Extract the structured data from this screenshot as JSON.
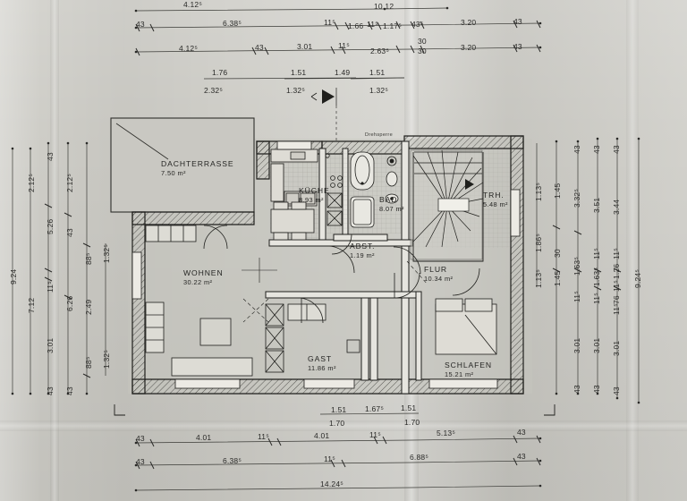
{
  "document": {
    "type": "architectural-floor-plan",
    "language": "de",
    "notes": [
      "Drehsperre"
    ]
  },
  "rooms": [
    {
      "id": "dachterrasse",
      "name": "DACHTERRASSE",
      "area": "7.50 m²"
    },
    {
      "id": "kueche",
      "name": "KÜCHE",
      "area": "8.93 m²"
    },
    {
      "id": "bad",
      "name": "BAD",
      "area": "8.07 m²"
    },
    {
      "id": "trh",
      "name": "TRH.",
      "area": "5.48 m²"
    },
    {
      "id": "abst",
      "name": "ABST.",
      "area": "1.19 m²"
    },
    {
      "id": "flur",
      "name": "FLUR",
      "area": "10.34 m²"
    },
    {
      "id": "wohnen",
      "name": "WOHNEN",
      "area": "30.22 m²"
    },
    {
      "id": "gast",
      "name": "GAST",
      "area": "11.86 m²"
    },
    {
      "id": "schlafen",
      "name": "SCHLAFEN",
      "area": "15.21 m²"
    }
  ],
  "dimensions": {
    "top": {
      "row1": [
        "4.12⁵",
        "10.12"
      ],
      "row2": [
        "43",
        "6.38⁵",
        "11⁵",
        "1.66",
        "11⁵",
        "1.17⁵",
        "43⁵",
        "3.20",
        "43"
      ],
      "row3": [
        "4.12⁵",
        "43",
        "3.01",
        "11⁵",
        "2.63⁵",
        "30",
        "30",
        "3.20",
        "43"
      ],
      "row4_upper": [
        "1.76",
        "1.51",
        "1.49",
        "1.51"
      ],
      "row4_lower": [
        "2.32⁵",
        "1.32⁵",
        "1.32⁵"
      ]
    },
    "bottom": {
      "row1_upper": [
        "1.51",
        "1.67⁵",
        "1.51"
      ],
      "row1_lower": [
        "1.70",
        "1.70"
      ],
      "row2": [
        "43",
        "4.01",
        "11⁵",
        "4.01",
        "11⁵",
        "5.13⁵",
        "43"
      ],
      "row3": [
        "43",
        "6.38⁵",
        "11⁵",
        "6.88⁵",
        "43"
      ],
      "row4": [
        "14.24⁵"
      ]
    },
    "left": {
      "chainA": [
        "9.24"
      ],
      "chainB": [
        "2.12⁵",
        "7.12"
      ],
      "chainC": [
        "43",
        "5.26",
        "11⁵",
        "3.01",
        "43"
      ],
      "chainD": [
        "2.12⁵",
        "43",
        "6.26",
        "43"
      ],
      "chainE": [
        "88⁵",
        "2.49",
        "88⁵"
      ],
      "chainF": [
        "1.32⁵",
        "1.32⁵"
      ]
    },
    "right": {
      "chainA": [
        "1.13⁵",
        "1.86⁵",
        "1.13⁵"
      ],
      "chainB": [
        "1.45",
        "30",
        "1.45"
      ],
      "chainC": [
        "43",
        "3.32⁵",
        "1.63⁵",
        "11⁵",
        "3.01",
        "43"
      ],
      "chainD": [
        "43",
        "3.51",
        "11⁵",
        "1.63⁵",
        "11⁵",
        "3.01",
        "43"
      ],
      "chainE": [
        "43",
        "3.44",
        "11⁵",
        "1.26",
        "11⁵",
        "76",
        "11⁵",
        "3.01",
        "43"
      ],
      "chainF": [
        "9.24⁵"
      ]
    }
  }
}
